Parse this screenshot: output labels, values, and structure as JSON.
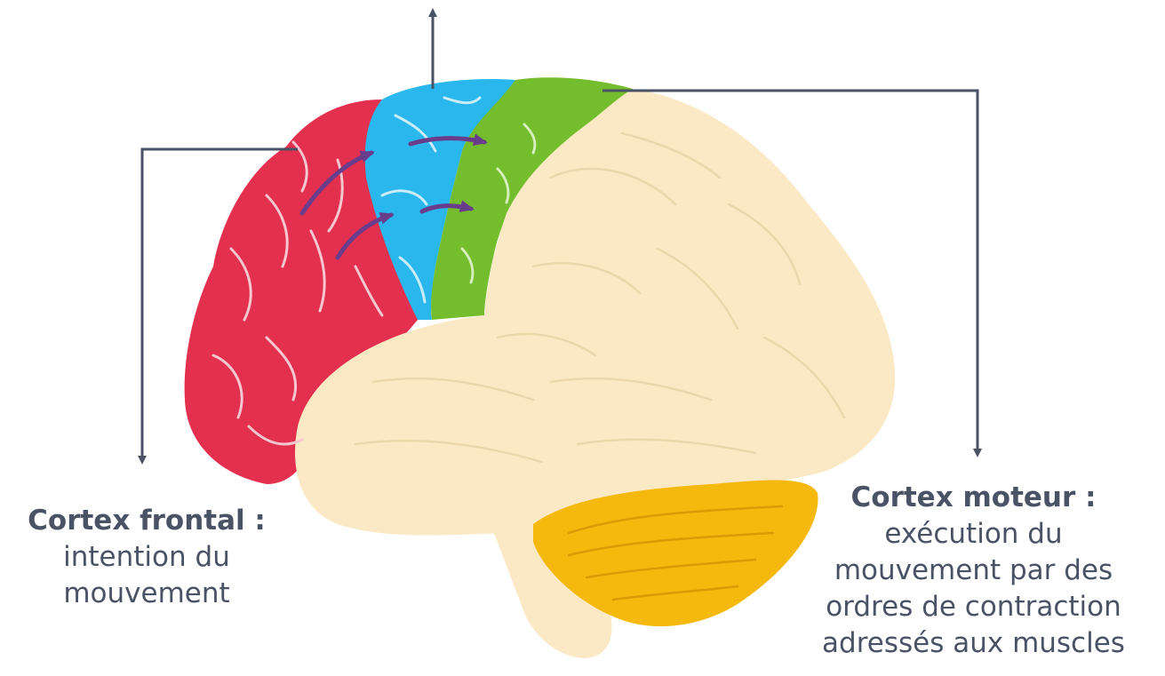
{
  "labels": {
    "frontal": {
      "title": "Cortex frontal :",
      "lines": [
        "intention du",
        "mouvement"
      ]
    },
    "moteur": {
      "title": "Cortex moteur :",
      "lines": [
        "exécution du",
        "mouvement par des",
        "ordres de contraction",
        "adressés aux muscles"
      ]
    }
  },
  "colors": {
    "frontal_cortex": "#e3304e",
    "premotor_cortex": "#2ab7ee",
    "motor_cortex": "#74bd2c",
    "brain_rest": "#fbe9c5",
    "cerebellum": "#f5b80d",
    "pointer_lines": "#4a5266",
    "flow_arrows": "#6a3d8c"
  }
}
